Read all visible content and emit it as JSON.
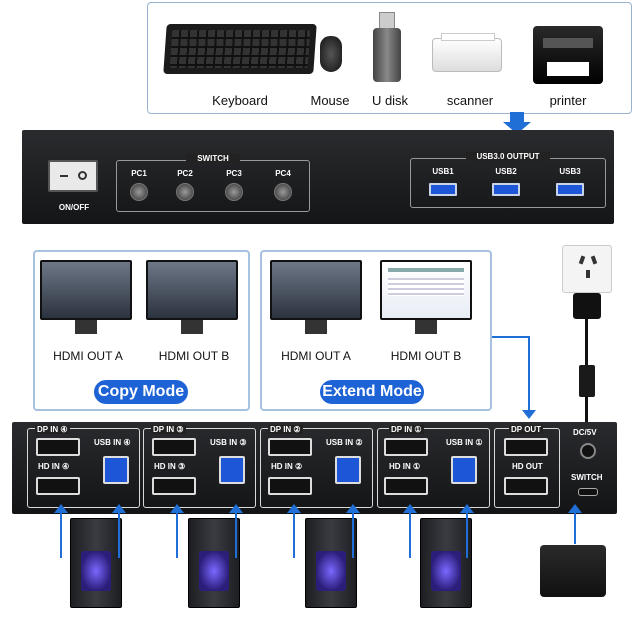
{
  "peripherals": {
    "keyboard": "Keyboard",
    "mouse": "Mouse",
    "udisk": "U disk",
    "scanner": "scanner",
    "printer": "printer"
  },
  "front_panel": {
    "onoff": "ON/OFF",
    "switch": "SWITCH",
    "pcs": [
      "PC1",
      "PC2",
      "PC3",
      "PC4"
    ],
    "usb_title": "USB3.0 OUTPUT",
    "usbs": [
      "USB1",
      "USB2",
      "USB3"
    ]
  },
  "copy_mode": {
    "out_a": "HDMI OUT A",
    "out_b": "HDMI OUT B",
    "title": "Copy Mode"
  },
  "extend_mode": {
    "out_a": "HDMI OUT A",
    "out_b": "HDMI OUT B",
    "title": "Extend Mode"
  },
  "back_panel": {
    "groups": [
      {
        "dp": "DP IN ④",
        "hd": "HD IN ④",
        "usb": "USB IN ④"
      },
      {
        "dp": "DP IN ③",
        "hd": "HD IN ③",
        "usb": "USB IN ③"
      },
      {
        "dp": "DP IN ②",
        "hd": "HD IN ②",
        "usb": "USB IN ②"
      },
      {
        "dp": "DP IN ①",
        "hd": "HD IN ①",
        "usb": "USB IN ①"
      }
    ],
    "dp_out": "DP OUT",
    "hd_out": "HD OUT",
    "dc": "DC/5V",
    "switch": "SWITCH"
  },
  "colors": {
    "accent": "#1e63d6",
    "panel": "#1a1b1e"
  }
}
